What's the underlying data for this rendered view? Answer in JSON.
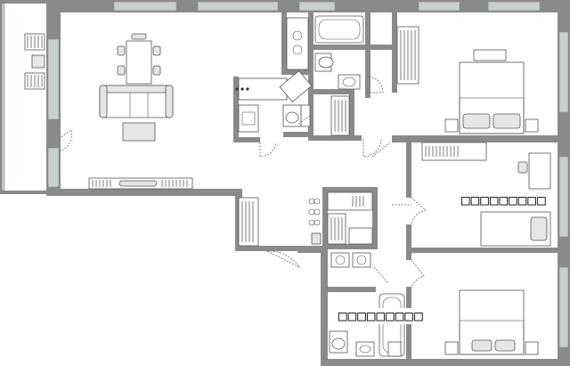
{
  "plan": {
    "watermarks": [
      "□□□□□□□□□",
      "□□□□□□□□□"
    ],
    "colors": {
      "wall": "#8a8a8a",
      "window": "#c8d0cc",
      "furniture_stroke": "#555555",
      "background": "#ffffff"
    },
    "rooms": [
      "balcony",
      "living-dining",
      "kitchen",
      "bathroom",
      "wc",
      "bedroom",
      "study-bedroom",
      "master-bedroom",
      "hallway",
      "second-bathroom",
      "laundry"
    ]
  }
}
